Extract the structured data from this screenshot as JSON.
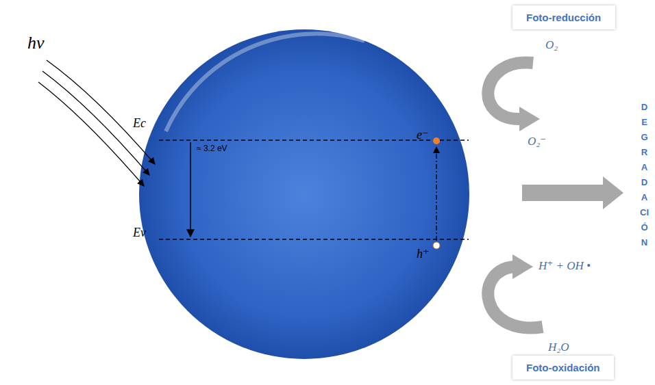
{
  "diagram": {
    "nodes": [
      {
        "text": [
          "Ec",
          "≈ 3.2 eV",
          "Ev",
          "e⁻",
          "h⁺"
        ]
      },
      {
        "text": [
          "Foto-reducción"
        ]
      },
      {
        "text": [
          "Foto-oxidación"
        ]
      }
    ],
    "labels": [
      "hν",
      "O₂",
      "O₂⁻",
      "H⁺ + OH •",
      "H₂O",
      "DEGRADACIÓN"
    ]
  }
}
